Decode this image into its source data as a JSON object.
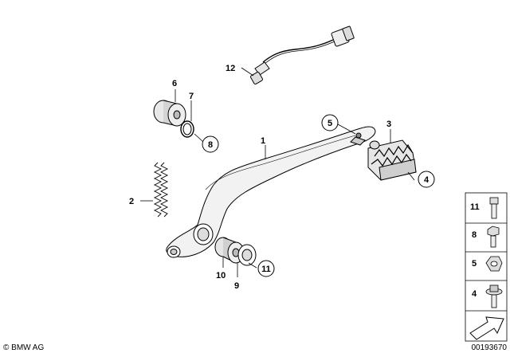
{
  "callouts": {
    "c1": "1",
    "c2": "2",
    "c3": "3",
    "c4": "4",
    "c5": "5",
    "c6": "6",
    "c7": "7",
    "c8": "8",
    "c9": "9",
    "c10": "10",
    "c11": "11",
    "c12": "12"
  },
  "legend": {
    "items": [
      {
        "label": "11",
        "icon": "allen-bolt-icon"
      },
      {
        "label": "8",
        "icon": "hex-bolt-icon"
      },
      {
        "label": "5",
        "icon": "hex-nut-icon"
      },
      {
        "label": "4",
        "icon": "flange-bolt-icon"
      }
    ]
  },
  "footer": {
    "copyright": "© BMW AG",
    "diagram_number": "00193670"
  }
}
